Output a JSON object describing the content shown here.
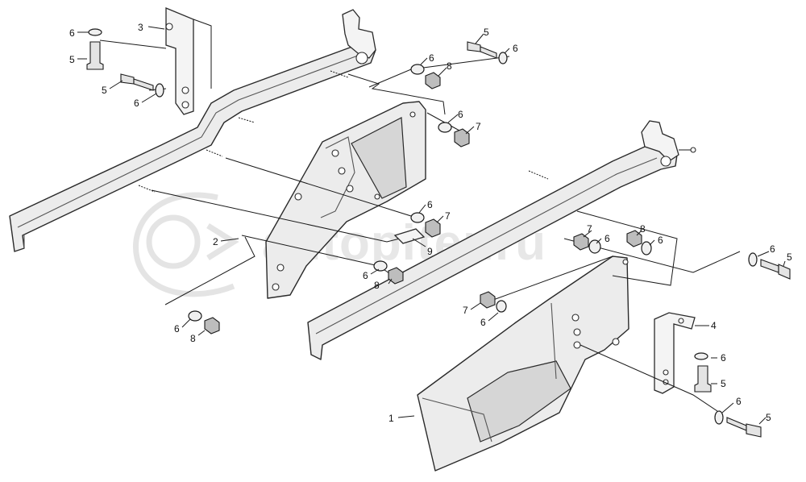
{
  "diagram": {
    "watermark": "autopiter.ru",
    "callouts": {
      "c1": "1",
      "c2": "2",
      "c3": "3",
      "c4": "4",
      "c5a": "5",
      "c5b": "5",
      "c5c": "5",
      "c5d": "5",
      "c5e": "5",
      "c5f": "5",
      "c6a": "6",
      "c6b": "6",
      "c6c": "6",
      "c6d": "6",
      "c6e": "6",
      "c6f": "6",
      "c6g": "6",
      "c6h": "6",
      "c6i": "6",
      "c6j": "6",
      "c6k": "6",
      "c6l": "6",
      "c6m": "6",
      "c6n": "6",
      "c7a": "7",
      "c7b": "7",
      "c7c": "7",
      "c7d": "7",
      "c8a": "8",
      "c8b": "8",
      "c8c": "8",
      "c8d": "8",
      "c9": "9"
    }
  }
}
